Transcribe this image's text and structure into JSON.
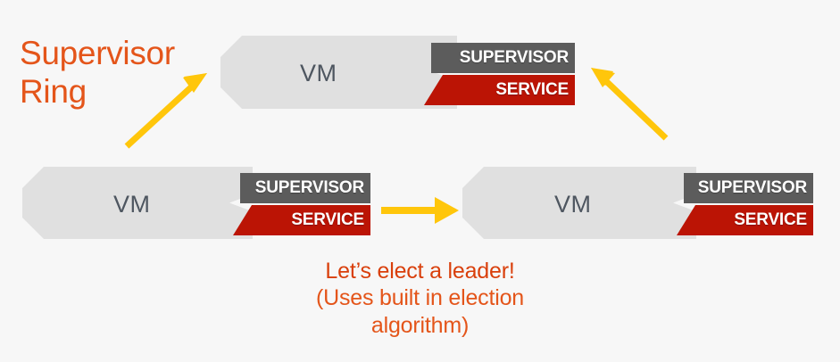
{
  "colors": {
    "background": "#f7f7f7",
    "vm_fill": "#e0e0e0",
    "vm_text": "#4e5660",
    "supervisor_bar": "#5c5c5c",
    "service_bar": "#bb1405",
    "arrow": "#ffc60b",
    "label_orange": "#e4551a",
    "caption_red": "#d93f0b"
  },
  "ring_label": {
    "text": "Supervisor\nRing"
  },
  "nodes": [
    {
      "id": "top-node",
      "vm_label": "VM",
      "supervisor_label": "SUPERVISOR",
      "service_label": "SERVICE"
    },
    {
      "id": "bottom-left-node",
      "vm_label": "VM",
      "supervisor_label": "SUPERVISOR",
      "service_label": "SERVICE"
    },
    {
      "id": "bottom-right-node",
      "vm_label": "VM",
      "supervisor_label": "SUPERVISOR",
      "service_label": "SERVICE"
    }
  ],
  "arrows": [
    {
      "id": "arrow-left-up",
      "direction": "up-right"
    },
    {
      "id": "arrow-right-up",
      "direction": "up-left"
    },
    {
      "id": "arrow-horizontal",
      "direction": "right"
    }
  ],
  "caption": {
    "line1": "Let’s elect a leader!",
    "line2": "(Uses built in election",
    "line3": "algorithm)"
  }
}
